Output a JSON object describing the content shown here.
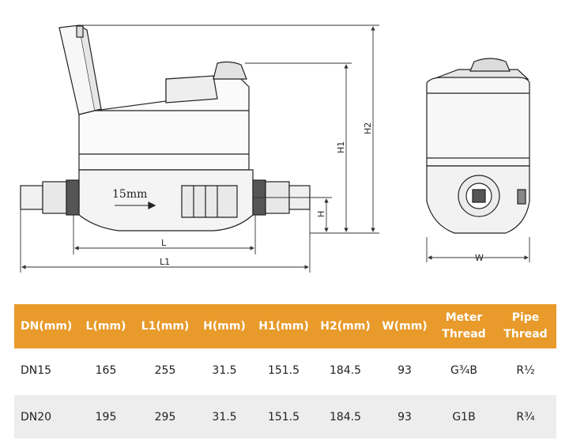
{
  "drawing": {
    "front_label": "15mm",
    "dims": {
      "L": "L",
      "L1": "L1",
      "H": "H",
      "H1": "H1",
      "H2": "H2",
      "W": "W"
    }
  },
  "table": {
    "headers": [
      "DN(mm)",
      "L(mm)",
      "L1(mm)",
      "H(mm)",
      "H1(mm)",
      "H2(mm)",
      "W(mm)",
      "Meter\nThread",
      "Pipe\nThread"
    ],
    "rows": [
      [
        "DN15",
        "165",
        "255",
        "31.5",
        "151.5",
        "184.5",
        "93",
        "G¾B",
        "R½"
      ],
      [
        "DN20",
        "195",
        "295",
        "31.5",
        "151.5",
        "184.5",
        "93",
        "G1B",
        "R¾"
      ]
    ]
  }
}
